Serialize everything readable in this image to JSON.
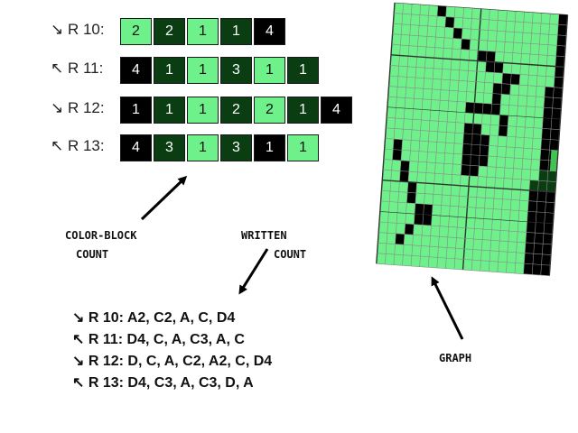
{
  "colors": {
    "A": "#6ef08a",
    "C": "#0b3d12",
    "D": "#000000",
    "light_text": "#ffffff",
    "dark_text": "#111111",
    "grid_line": "#8a8a8a"
  },
  "rows": [
    {
      "label": "↘ R 10:",
      "dir": "right",
      "cells": [
        {
          "n": "2",
          "c": "A"
        },
        {
          "n": "2",
          "c": "C"
        },
        {
          "n": "1",
          "c": "A"
        },
        {
          "n": "1",
          "c": "C"
        },
        {
          "n": "4",
          "c": "D"
        }
      ]
    },
    {
      "label": "↖ R 11:",
      "dir": "left",
      "cells": [
        {
          "n": "4",
          "c": "D"
        },
        {
          "n": "1",
          "c": "C"
        },
        {
          "n": "1",
          "c": "A"
        },
        {
          "n": "3",
          "c": "C"
        },
        {
          "n": "1",
          "c": "A"
        },
        {
          "n": "1",
          "c": "C"
        }
      ]
    },
    {
      "label": "↘ R 12:",
      "dir": "right",
      "cells": [
        {
          "n": "1",
          "c": "D"
        },
        {
          "n": "1",
          "c": "C"
        },
        {
          "n": "1",
          "c": "A"
        },
        {
          "n": "2",
          "c": "C"
        },
        {
          "n": "2",
          "c": "A"
        },
        {
          "n": "1",
          "c": "C"
        },
        {
          "n": "4",
          "c": "D"
        }
      ]
    },
    {
      "label": "↖ R 13:",
      "dir": "left",
      "cells": [
        {
          "n": "4",
          "c": "D"
        },
        {
          "n": "3",
          "c": "C"
        },
        {
          "n": "1",
          "c": "A"
        },
        {
          "n": "3",
          "c": "C"
        },
        {
          "n": "1",
          "c": "D"
        },
        {
          "n": "1",
          "c": "A"
        }
      ]
    }
  ],
  "callouts": {
    "color_block": [
      "COLOR-BLOCK",
      "COUNT"
    ],
    "written": [
      "WRITTEN",
      "COUNT"
    ],
    "graph": "GRAPH"
  },
  "written_lines": [
    "↘ R 10: A2, C2, A, C, D4",
    "↖ R 11: D4, C, A, C3, A, C",
    "↘ R 12: D, C, A, C2, A2, C, D4",
    "↖ R 13: D4, C3, A, C3, D, A"
  ]
}
